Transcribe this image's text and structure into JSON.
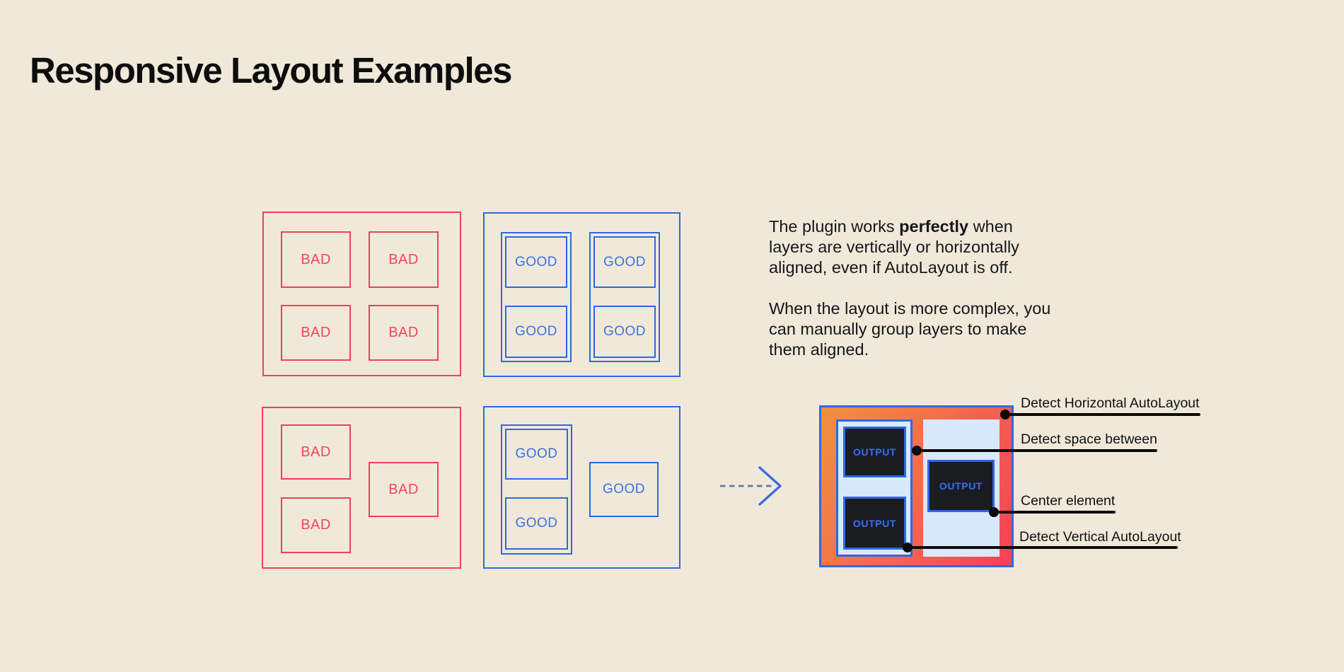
{
  "title": "Responsive Layout Examples",
  "labels": {
    "bad": "BAD",
    "good": "GOOD",
    "output": "OUTPUT"
  },
  "description": {
    "p1_before": "The plugin works",
    "p1_bold": "perfectly",
    "p1_after": "when\nlayers are vertically or horizontally\naligned, even if AutoLayout is off.",
    "p2": "When the layout is more complex, you\ncan manually group layers to make\nthem aligned."
  },
  "annotations": [
    {
      "label": "Detect Horizontal AutoLayout"
    },
    {
      "label": "Detect space between"
    },
    {
      "label": "Center element"
    },
    {
      "label": "Detect Vertical AutoLayout"
    }
  ],
  "icons": {
    "arrow": "transform-arrow"
  },
  "colors": {
    "background": "#F0E9D9",
    "bad_red": "#F23E5C",
    "good_blue": "#2C69E4",
    "light_blue": "#D8E9FC",
    "panel_dark": "#1B1C20",
    "gradient_start": "#F0913D",
    "gradient_end": "#F44156",
    "annotation_black": "#0A0B0D",
    "text": "#15161A"
  }
}
